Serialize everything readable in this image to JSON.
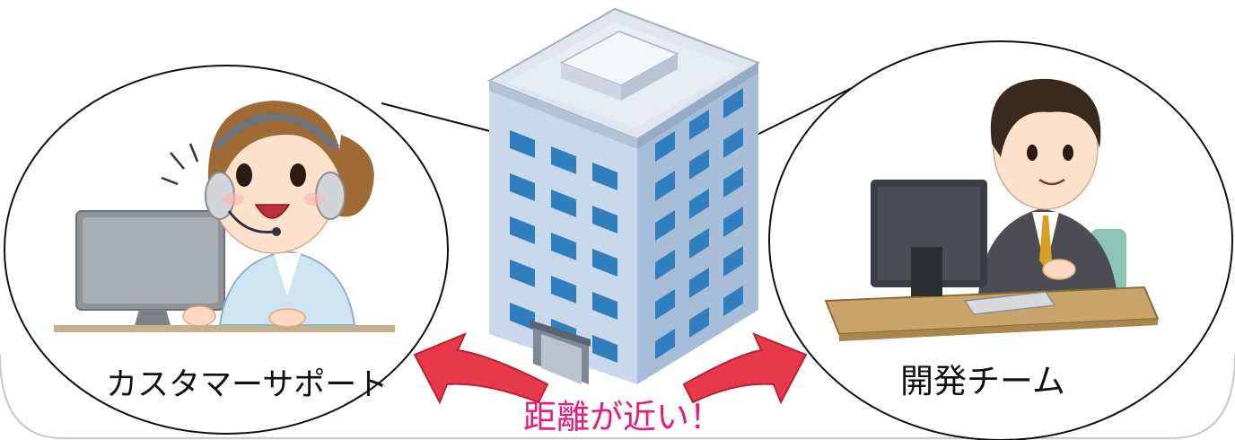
{
  "labels": {
    "left": "カスタマーサポート",
    "right": "開発チーム",
    "center": "距離が近い！"
  },
  "colors": {
    "accent_text": "#e8197a",
    "arrow_red": "#e8394a",
    "window_blue": "#2f7fbf",
    "building_wall": "#c9d8ea"
  },
  "icons": {
    "left": "customer-support-person-icon",
    "center": "office-building-icon",
    "right": "developer-person-icon"
  }
}
